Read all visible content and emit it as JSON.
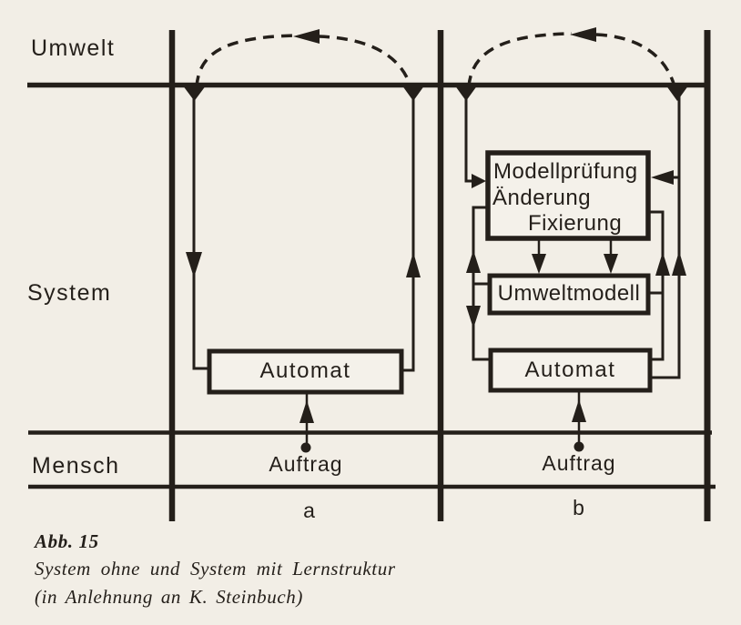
{
  "regions": {
    "umwelt": "Umwelt",
    "system": "System",
    "mensch": "Mensch"
  },
  "diagram_a": {
    "automat": "Automat",
    "auftrag": "Auftrag",
    "label": "a"
  },
  "diagram_b": {
    "modellpruefung": "Modellprüfung",
    "aenderung": "Änderung",
    "fixierung": "Fixierung",
    "umweltmodell": "Umweltmodell",
    "automat": "Automat",
    "auftrag": "Auftrag",
    "label": "b"
  },
  "caption": {
    "figure": "Abb. 15",
    "title": "System ohne und System mit Lernstruktur",
    "source": "(in Anlehnung an K. Steinbuch)"
  },
  "colors": {
    "ink": "#241f1a",
    "paper": "#f2eee6"
  }
}
